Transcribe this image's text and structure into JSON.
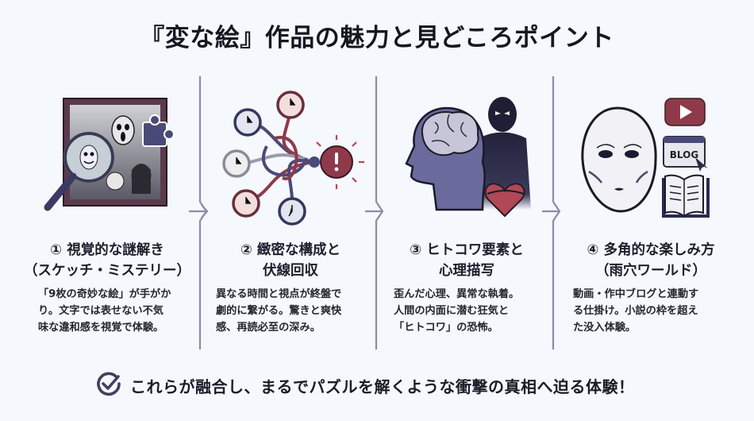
{
  "title": "『変な絵』作品の魅力と見どころポイント",
  "colors": {
    "background": "#f5f8fc",
    "accent_navy": "#4a4a78",
    "accent_red": "#8e3a4a",
    "separator": "#8a8ca8"
  },
  "points": [
    {
      "number": "①",
      "heading_line1": "① 視覚的な謎解き",
      "heading_line2": "（スケッチ・ミステリー）",
      "description": "「9枚の奇妙な絵」が手がか\nり。文字では表せない不気\n味な違和感を視覚で体験。",
      "illustration": "framed-creepy-drawing-magnifier-puzzle-piece"
    },
    {
      "number": "②",
      "heading_line1": "② 緻密な構成と",
      "heading_line2": "伏線回収",
      "description": "異なる時間と視点が終盤で\n劇的に繋がる。驚きと爽快\n感、再読必至の深み。",
      "illustration": "tangled-clocks-knot-exclamation"
    },
    {
      "number": "③",
      "heading_line1": "③ ヒトコワ要素と",
      "heading_line2": "心理描写",
      "description": "歪んだ心理、異常な執着。\n人間の内面に潜む狂気と\n「ヒトコワ」の恐怖。",
      "illustration": "head-brain-shadow-figure-thorned-heart"
    },
    {
      "number": "④",
      "heading_line1": "④ 多角的な楽しみ方",
      "heading_line2": "（雨穴ワールド）",
      "description": "動画・作中ブログと連動す\nる仕掛け。小説の枠を超え\nた没入体験。",
      "illustration": "white-mask-video-blog-book",
      "icons": {
        "blog_label": "BLOG"
      }
    }
  ],
  "footer": {
    "icon": "check-circle-icon",
    "text": "これらが融合し、まるでパズルを解くような衝撃の真相へ迫る体験！"
  }
}
